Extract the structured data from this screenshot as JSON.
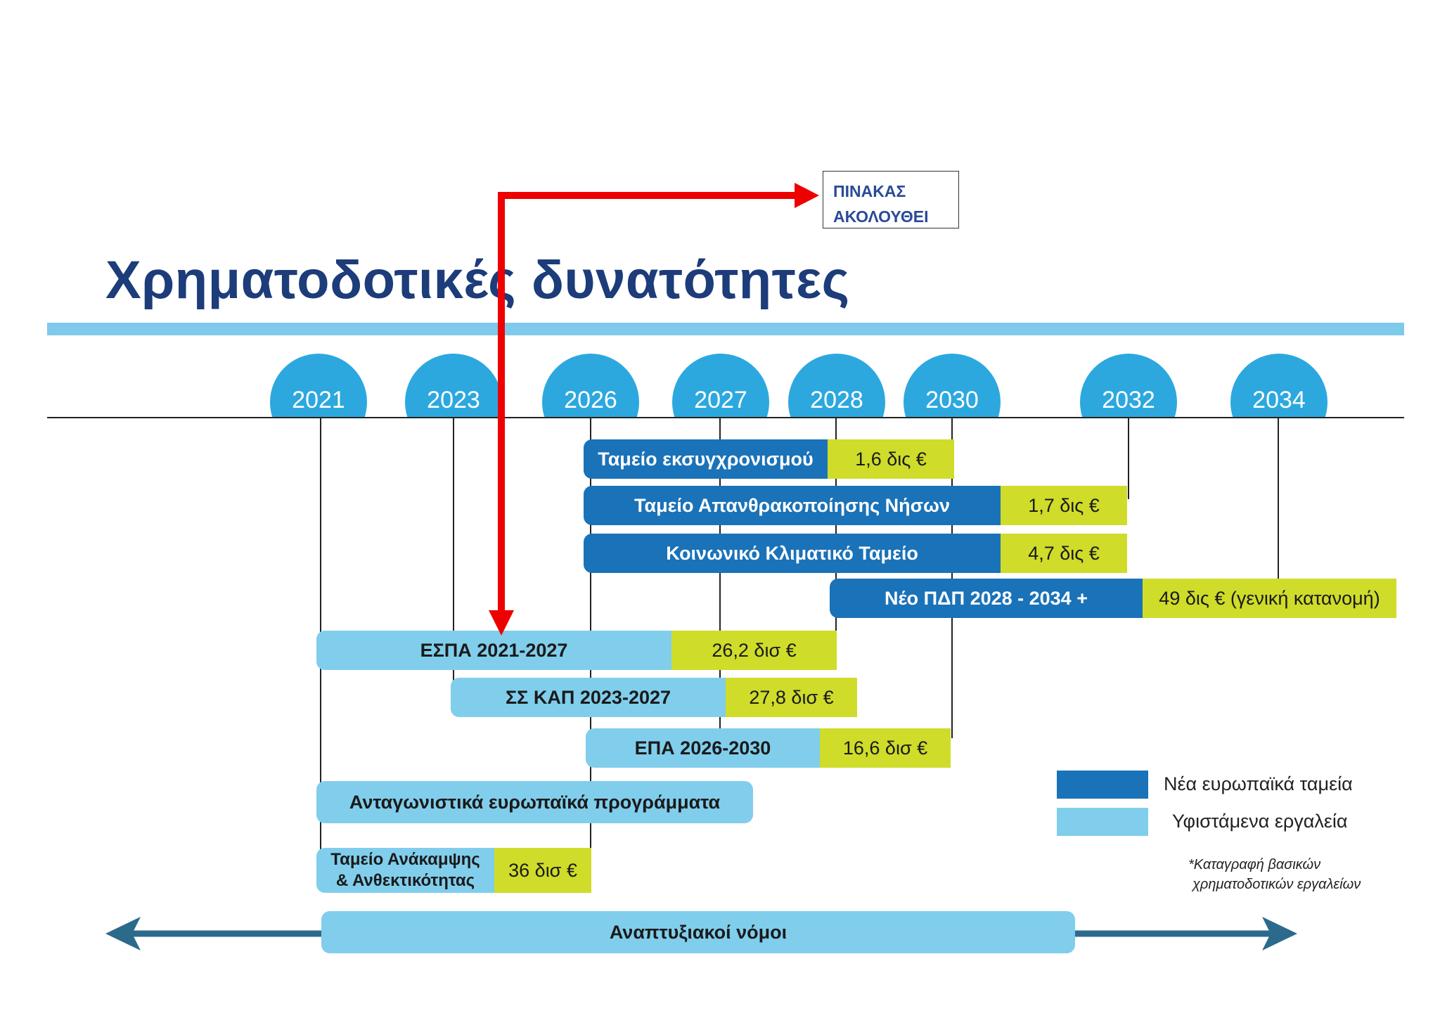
{
  "title": "Χρηματοδοτικές δυνατότητες",
  "note": {
    "line1": "ΠΙΝΑΚΑΣ",
    "line2": "ΑΚΟΛΟΥΘΕΙ"
  },
  "years": [
    "2021",
    "2023",
    "2026",
    "2027",
    "2028",
    "2030",
    "2032",
    "2034"
  ],
  "bars": {
    "modernisation": {
      "name": "Ταμείο εκσυγχρονισμού",
      "value": "1,6 δις €"
    },
    "islands": {
      "name": "Ταμείο Απανθρακοποίησης Νήσων",
      "value": "1,7 δις €"
    },
    "social_climate": {
      "name": "Κοινωνικό Κλιματικό Ταμείο",
      "value": "4,7 δις €"
    },
    "new_mff": {
      "name": "Νέο ΠΔΠ 2028 - 2034 +",
      "value": "49 δις € (γενική κατανομή)"
    },
    "espa": {
      "name": "ΕΣΠΑ 2021-2027",
      "value": "26,2 δισ €"
    },
    "cap": {
      "name": "ΣΣ ΚΑΠ 2023-2027",
      "value": "27,8 δισ €"
    },
    "epa": {
      "name": "ΕΠΑ 2026-2030",
      "value": "16,6 δισ €"
    },
    "competitive": {
      "name": "Ανταγωνιστικά ευρωπαϊκά προγράμματα"
    },
    "recovery": {
      "name_line1": "Ταμείο Ανάκαμψης",
      "name_line2": "& Ανθεκτικότητας",
      "value": "36 δισ €"
    },
    "development_laws": {
      "name": "Αναπτυξιακοί νόμοι"
    }
  },
  "legend": {
    "new_funds": "Νέα ευρωπαϊκά ταμεία",
    "existing_tools": "Υφιστάμενα εργαλεία"
  },
  "footnote": {
    "line1": "*Καταγραφή βασικών",
    "line2": "χρηματοδοτικών εργαλείων"
  },
  "colors": {
    "title": "#1c3c7a",
    "year_circle": "#2ca8df",
    "new_fund_bar": "#1a72b8",
    "existing_tool_bar": "#80ceec",
    "value_box": "#cfdc2a",
    "arrow_red": "#ee0000",
    "long_arrow": "#2c6a8c"
  }
}
